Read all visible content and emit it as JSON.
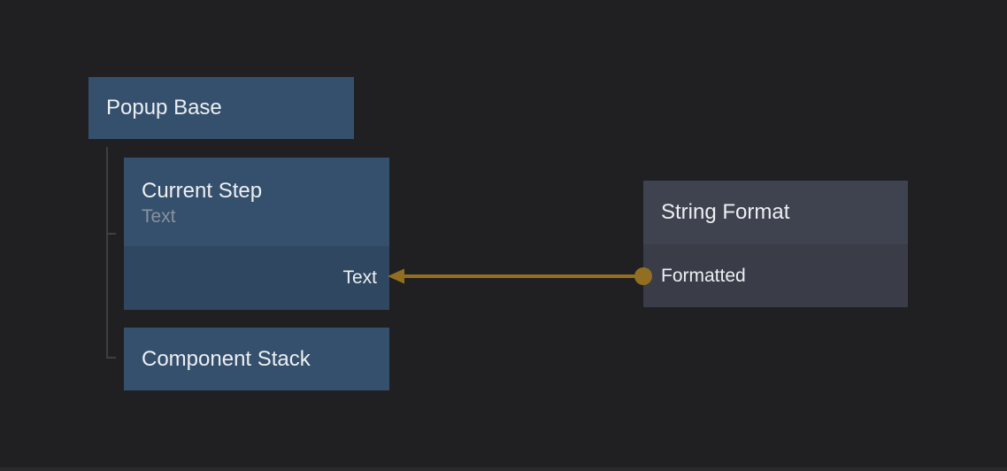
{
  "colors": {
    "background": "#202022",
    "bottom_bar": "#29292b",
    "node_blue": "#35506c",
    "node_blue_row": "#2f4760",
    "node_gray_header": "#3f4350",
    "node_gray_body": "#3a3d48",
    "title_text": "#eceff2",
    "subtitle_text": "#8a929f",
    "tree_line": "#3e3f41",
    "wire": "#916e21"
  },
  "nodes": {
    "popup_base": {
      "title": "Popup Base"
    },
    "current_step": {
      "title": "Current Step",
      "subtitle": "Text",
      "input_pin": "Text"
    },
    "component_stack": {
      "title": "Component Stack"
    },
    "string_format": {
      "title": "String Format",
      "output_pin": "Formatted"
    }
  },
  "connection": {
    "from_node": "String Format",
    "from_pin": "Formatted",
    "to_node": "Current Step",
    "to_pin": "Text"
  }
}
